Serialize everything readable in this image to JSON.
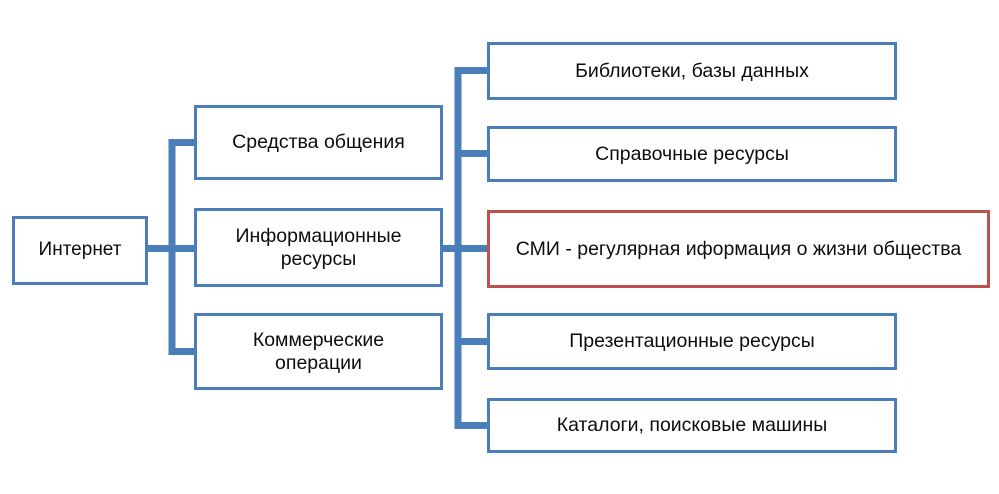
{
  "diagram": {
    "title": "Интернет",
    "colors": {
      "box_blue": "#4a7ebb",
      "box_red": "#c0504d",
      "connector_blue": "#4a7ebb",
      "background": "#ffffff",
      "text": "#0d0d0d"
    },
    "root": {
      "label": "Интернет"
    },
    "branches": [
      {
        "label": "Средства общения"
      },
      {
        "label": "Информационные\nресурсы"
      },
      {
        "label": "Коммерческие\nоперации"
      }
    ],
    "resources": [
      {
        "label": "Библиотеки, базы данных",
        "accent": "blue"
      },
      {
        "label": "Справочные ресурсы",
        "accent": "blue"
      },
      {
        "label": "СМИ - регулярная иформация о жизни общества",
        "accent": "red"
      },
      {
        "label": "Презентационные ресурсы",
        "accent": "blue"
      },
      {
        "label": "Каталоги, поисковые машины",
        "accent": "blue"
      }
    ]
  }
}
